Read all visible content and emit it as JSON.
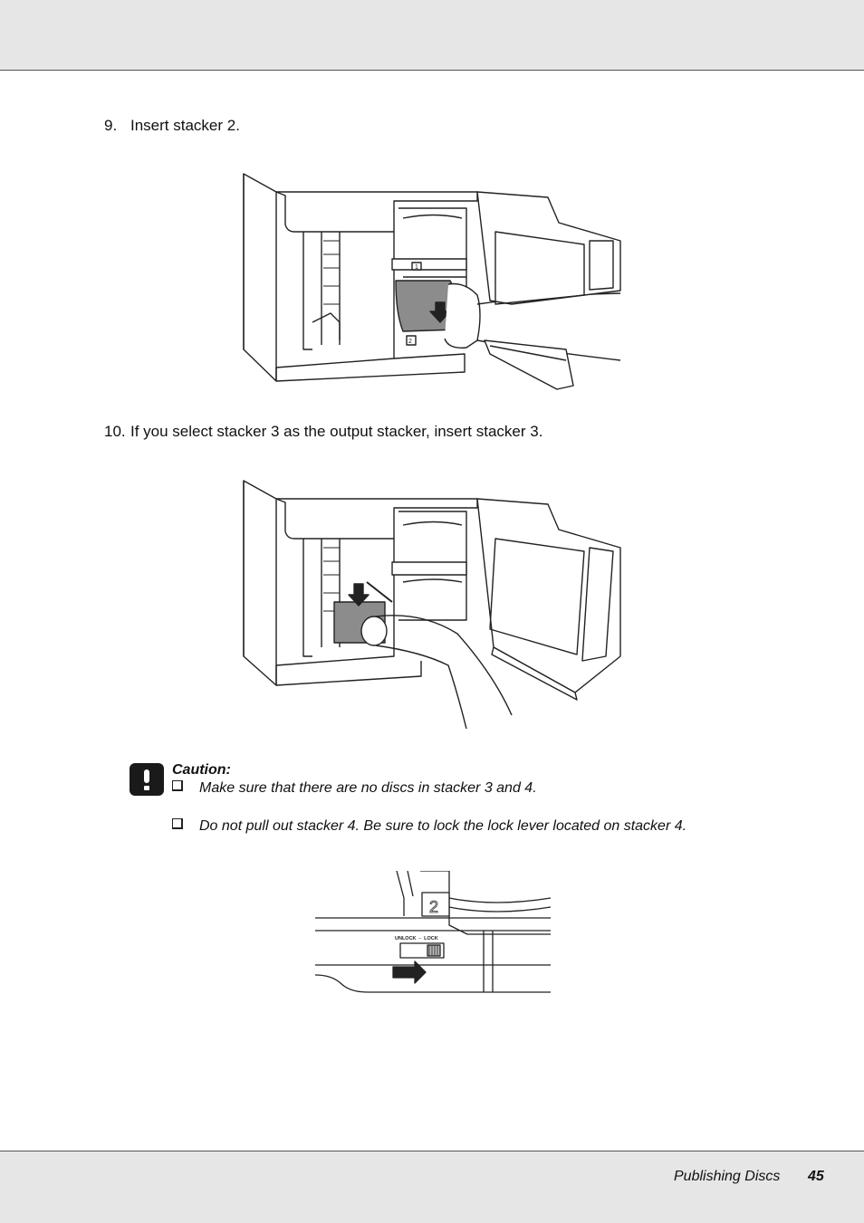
{
  "steps": [
    {
      "number": "9.",
      "text": "Insert stacker 2."
    },
    {
      "number": "10.",
      "text": "If you select stacker 3 as the output stacker, insert stacker 3."
    }
  ],
  "caution": {
    "title": "Caution:",
    "items": [
      "Make sure that there are no discs in stacker 3 and 4.",
      "Do not pull out stacker 4. Be sure to lock the lock lever located on stacker 4."
    ]
  },
  "figures": {
    "figure1_labels": [
      "1",
      "2"
    ],
    "figure3_stacker_number": "2",
    "figure3_lever_label": "UNLOCK ⇔ LOCK"
  },
  "footer": {
    "section": "Publishing Discs",
    "page": "45"
  }
}
